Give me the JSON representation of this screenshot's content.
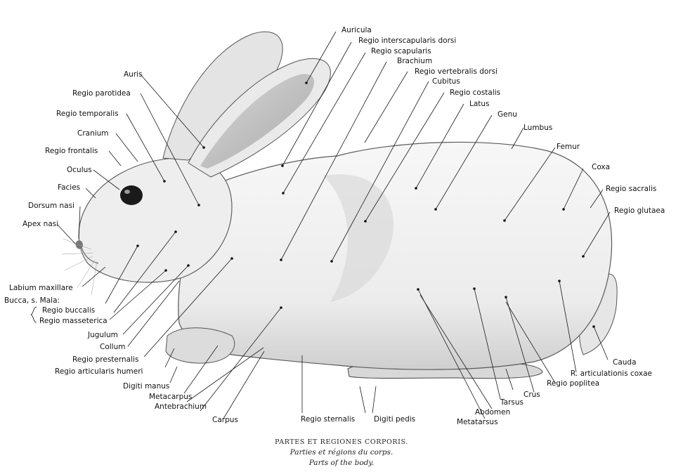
{
  "labels": {
    "auricula": "Auricula",
    "regio_interscapularis_dorsi": "Regio interscapularis dorsi",
    "regio_scapularis": "Regio scapularis",
    "brachium": "Brachium",
    "regio_vertebralis_dorsi": "Regio vertebralis dorsi",
    "cubitus": "Cubitus",
    "regio_costalis": "Regio costalis",
    "latus": "Latus",
    "genu": "Genu",
    "lumbus": "Lumbus",
    "femur": "Femur",
    "coxa": "Coxa",
    "regio_sacralis": "Regio sacralis",
    "regio_glutaea": "Regio glutaea",
    "auris": "Auris",
    "regio_parotidea": "Regio parotidea",
    "regio_temporalis": "Regio temporalis",
    "cranium": "Cranium",
    "regio_frontalis": "Regio frontalis",
    "oculus": "Oculus",
    "facies": "Facies",
    "dorsum_nasi": "Dorsum nasi",
    "apex_nasi": "Apex nasi",
    "labium_maxillare": "Labium maxillare",
    "bucca_mala": "Bucca, s. Mala:",
    "regio_buccalis": "Regio buccalis",
    "regio_masseterica": "Regio masseterica",
    "jugulum": "Jugulum",
    "collum": "Collum",
    "regio_presternalis": "Regio presternalis",
    "regio_articularis_humeri": "Regio articularis humeri",
    "digiti_manus": "Digiti manus",
    "metacarpus": "Metacarpus",
    "antebrachium": "Antebrachium",
    "carpus": "Carpus",
    "regio_sternalis": "Regio sternalis",
    "digiti_pedis": "Digiti pedis",
    "metatarsus": "Metatarsus",
    "abdomen": "Abdomen",
    "tarsus": "Tarsus",
    "crus": "Crus",
    "regio_poplitea": "Regio poplitea",
    "r_articulationis_coxae": "R. articulationis coxae",
    "cauda": "Cauda"
  },
  "caption": {
    "latin": "PARTES ET REGIONES CORPORIS.",
    "french": "Parties et régions du corps.",
    "english": "Parts of the body."
  }
}
